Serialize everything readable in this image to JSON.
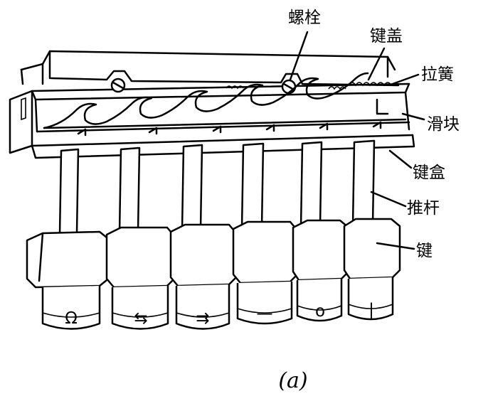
{
  "labels": {
    "bolt": "螺栓",
    "key_cover": "键盖",
    "spring": "拉簧",
    "slider": "滑块",
    "key_box": "键盒",
    "push_rod": "推杆",
    "key": "键"
  },
  "caption": "(a)",
  "key_symbols": [
    "Ω",
    "⇆",
    "⇉",
    "—",
    "o",
    "|"
  ]
}
